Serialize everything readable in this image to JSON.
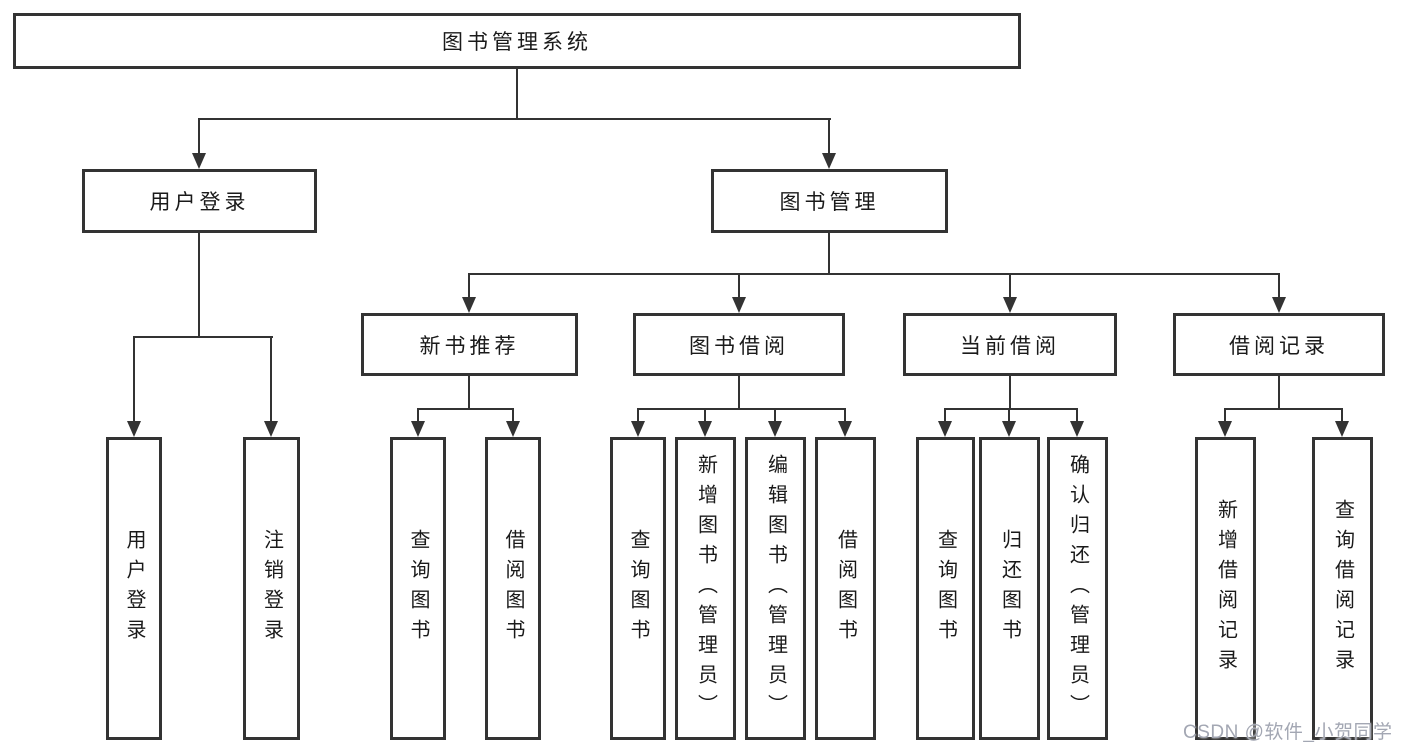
{
  "nodes": {
    "root": "图书管理系统",
    "user_login": "用户登录",
    "book_management": "图书管理",
    "new_book_recommend": "新书推荐",
    "book_borrow": "图书借阅",
    "current_borrow": "当前借阅",
    "borrow_record": "借阅记录",
    "leaf_user_login": "用户登录",
    "leaf_logout": "注销登录",
    "leaf_query_book_1": "查询图书",
    "leaf_borrow_book_1": "借阅图书",
    "leaf_query_book_2": "查询图书",
    "leaf_add_book": "新增图书（管理员）",
    "leaf_edit_book": "编辑图书（管理员）",
    "leaf_borrow_book_2": "借阅图书",
    "leaf_query_book_3": "查询图书",
    "leaf_return_book": "归还图书",
    "leaf_confirm_return": "确认归还（管理员）",
    "leaf_add_borrow_record": "新增借阅记录",
    "leaf_query_borrow_record": "查询借阅记录"
  },
  "watermark": "CSDN @软件_小贺同学",
  "colors": {
    "line": "#333333",
    "text": "#1a1a1a",
    "watermark": "#a3a7b3",
    "background": "#ffffff"
  }
}
